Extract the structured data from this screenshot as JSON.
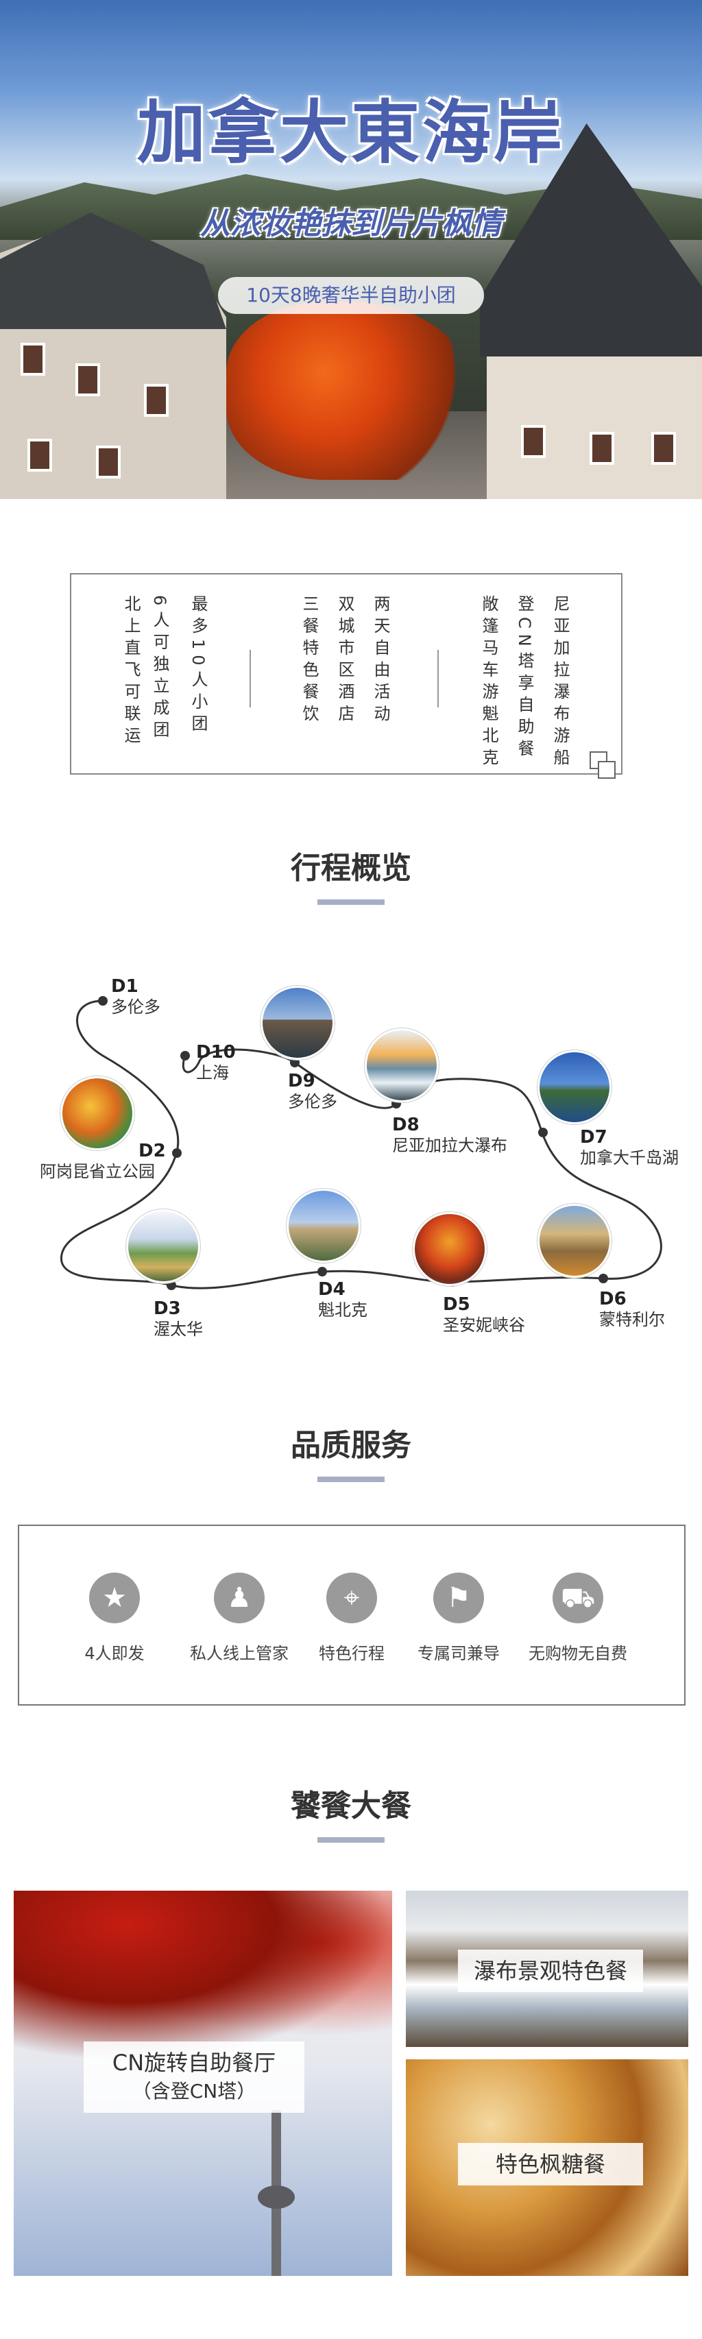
{
  "hero": {
    "title": "加拿大東海岸",
    "subtitle": "从浓妆艳抹到片片枫情",
    "pill": "10天8晚奢华半自助小团"
  },
  "features": {
    "columns": [
      "北上直飞可联运",
      "6人可独立成团",
      "最多10人小团",
      "三餐特色餐饮",
      "双城市区酒店",
      "两天自由活动",
      "敞篷马车游魁北克",
      "登CN塔享自助餐",
      "尼亚加拉瀑布游船"
    ]
  },
  "itinerary": {
    "title": "行程概览",
    "stops": [
      {
        "day": "D1",
        "place": "多伦多"
      },
      {
        "day": "D2",
        "place": "阿岗昆省立公园"
      },
      {
        "day": "D3",
        "place": "渥太华"
      },
      {
        "day": "D4",
        "place": "魁北克"
      },
      {
        "day": "D5",
        "place": "圣安妮峡谷"
      },
      {
        "day": "D6",
        "place": "蒙特利尔"
      },
      {
        "day": "D7",
        "place": "加拿大千岛湖"
      },
      {
        "day": "D8",
        "place": "尼亚加拉大瀑布"
      },
      {
        "day": "D9",
        "place": "多伦多"
      },
      {
        "day": "D10",
        "place": "上海"
      }
    ]
  },
  "service": {
    "title": "品质服务",
    "items": [
      {
        "label": "4人即发",
        "icon": "star-icon"
      },
      {
        "label": "私人线上管家",
        "icon": "butler-icon"
      },
      {
        "label": "特色行程",
        "icon": "map-pin-icon"
      },
      {
        "label": "专属司兼导",
        "icon": "guide-icon"
      },
      {
        "label": "无购物无自费",
        "icon": "shopping-cart-icon"
      }
    ]
  },
  "meals": {
    "title": "饕餮大餐",
    "items": [
      {
        "line1": "CN旋转自助餐厅",
        "line2": "（含登CN塔）"
      },
      {
        "line1": "瀑布景观特色餐"
      },
      {
        "line1": "特色枫糖餐"
      }
    ]
  },
  "colors": {
    "accent": "#4a5fae",
    "bar": "#a8afc4",
    "icon": "#9a9a9a"
  }
}
